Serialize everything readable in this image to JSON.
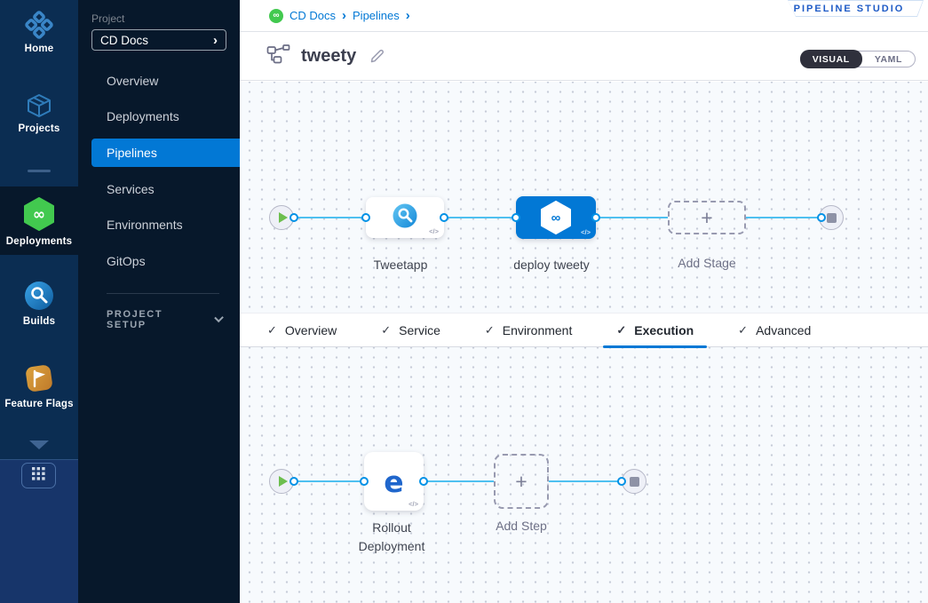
{
  "colors": {
    "primary": "#0278d5",
    "edge_blue": "#4fc0f0",
    "harness_green": "#42c94f",
    "rail_bg": "#0b2d52",
    "panel_bg": "#07182b"
  },
  "icons": {
    "plus": "+",
    "infinity": "∞",
    "code_glyph": "</>",
    "check": "✓",
    "chevron_right": "›"
  },
  "rail": {
    "items": [
      {
        "label": "Home",
        "icon": "home-icon"
      },
      {
        "label": "Projects",
        "icon": "projects-icon"
      },
      {
        "label": "Deployments",
        "icon": "deployments-icon",
        "active": true
      },
      {
        "label": "Builds",
        "icon": "builds-icon"
      },
      {
        "label": "Feature Flags",
        "icon": "feature-flags-icon"
      }
    ]
  },
  "project_panel": {
    "section_label": "Project",
    "project_name": "CD Docs",
    "menu": [
      {
        "label": "Overview"
      },
      {
        "label": "Deployments"
      },
      {
        "label": "Pipelines",
        "active": true
      },
      {
        "label": "Services"
      },
      {
        "label": "Environments"
      },
      {
        "label": "GitOps"
      }
    ],
    "setup_label": "PROJECT SETUP"
  },
  "header": {
    "breadcrumb": [
      {
        "label": "CD Docs"
      },
      {
        "label": "Pipelines"
      }
    ],
    "studio_badge": "PIPELINE STUDIO",
    "pipeline_title": "tweety",
    "view_toggle": {
      "visual": "VISUAL",
      "yaml": "YAML",
      "selected": "VISUAL"
    }
  },
  "stage_canvas": {
    "stages": [
      {
        "name": "Tweetapp",
        "type": "build"
      },
      {
        "name": "deploy tweety",
        "type": "deploy",
        "selected": true
      }
    ],
    "add_stage_label": "Add Stage"
  },
  "config_tabs": {
    "items": [
      {
        "label": "Overview"
      },
      {
        "label": "Service"
      },
      {
        "label": "Environment"
      },
      {
        "label": "Execution",
        "active": true
      },
      {
        "label": "Advanced"
      }
    ]
  },
  "execution_canvas": {
    "steps": [
      {
        "name_lines": [
          "Rollout",
          "Deployment"
        ]
      }
    ],
    "add_step_label": "Add Step"
  }
}
